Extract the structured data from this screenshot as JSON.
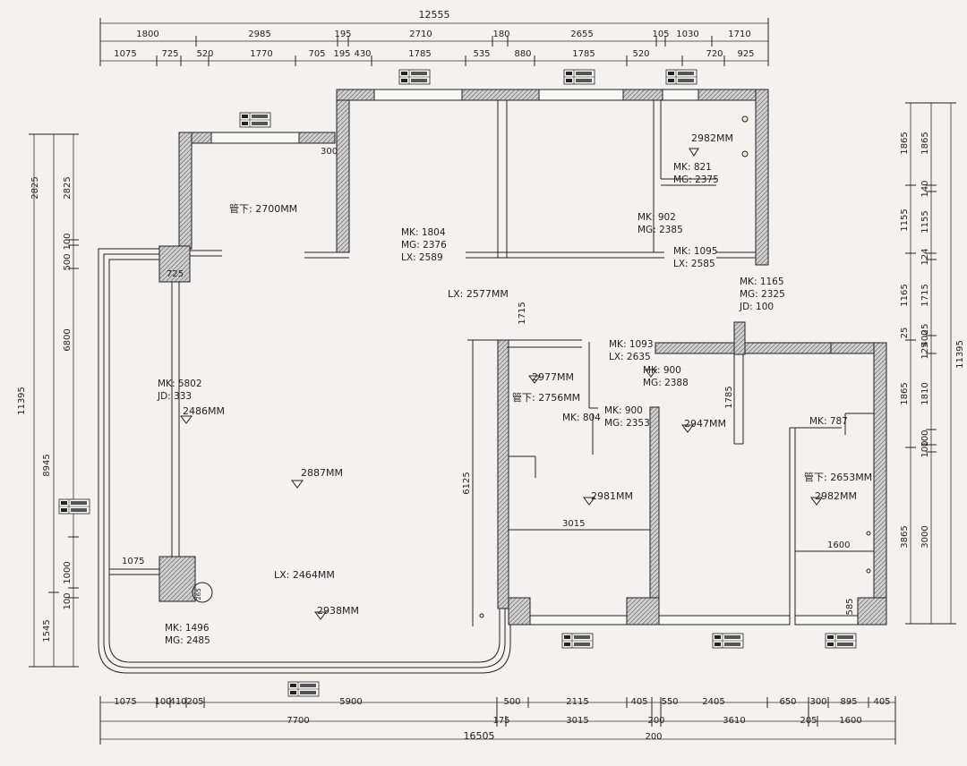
{
  "dims": {
    "top_total": "12555",
    "top_row1": [
      "1800",
      "2985",
      "195",
      "2710",
      "180",
      "2655",
      "105",
      "1030",
      "1710"
    ],
    "top_row2": [
      "1075",
      "725",
      "520",
      "1770",
      "705",
      "195",
      "430",
      "1785",
      "535",
      "880",
      "1785",
      "520",
      "720",
      "925"
    ],
    "bottom_row1": [
      "1075",
      "100",
      "410",
      "205",
      "5900",
      "500",
      "2115",
      "405",
      "550",
      "2405",
      "650",
      "300",
      "895",
      "405"
    ],
    "bottom_row2": [
      "7700",
      "175",
      "3015",
      "200",
      "3610",
      "205",
      "1600"
    ],
    "bottom_total": "16505",
    "bottom_extra": "200",
    "left_total": "11395",
    "left_row1": [
      "8945",
      "1545"
    ],
    "left_row2": [
      "2825",
      "100",
      "500",
      "6800",
      "1000",
      "100"
    ],
    "left_row2_top": "2825",
    "right_total": "11395",
    "right_row1": [
      "1865",
      "1155",
      "1165",
      "1865",
      "3865"
    ],
    "right_row2": [
      "1865",
      "140",
      "1155",
      "124",
      "1715",
      "400",
      "125",
      "1810",
      "100",
      "100",
      "3000"
    ],
    "right_extra": [
      "25",
      "25"
    ]
  },
  "notes": {
    "n_2700": "管下: 2700MM",
    "n_300": "300",
    "n_mk1804": "MK: 1804",
    "n_mg2376": "MG: 2376",
    "n_lx2589": "LX: 2589",
    "n_2982a": "2982MM",
    "n_mk821": "MK: 821",
    "n_mg2375": "MG: 2375",
    "n_mk902": "MK: 902",
    "n_mg2385": "MG: 2385",
    "n_mk1095": "MK: 1095",
    "n_lx2585": "LX: 2585",
    "n_mk1165": "MK: 1165",
    "n_mg2325": "MG: 2325",
    "n_jd100": "JD: 100",
    "n_lx2577": "LX: 2577MM",
    "n_1715": "1715",
    "n_725": "725",
    "n_mk5802": "MK: 5802",
    "n_jd333": "JD: 333",
    "n_2486": "2486MM",
    "n_2887": "2887MM",
    "n_mk1093": "MK: 1093",
    "n_lx2635": "LX: 2635",
    "n_mk900a": "MK: 900",
    "n_mg2388": "MG: 2388",
    "n_2977": "2977MM",
    "n_2756": "管下: 2756MM",
    "n_mk804": "MK: 804",
    "n_mk900b": "MK: 900",
    "n_mg2353": "MG: 2353",
    "n_1785": "1785",
    "n_2947": "2947MM",
    "n_mk787": "MK: 787",
    "n_2653": "管下: 2653MM",
    "n_2982b": "2982MM",
    "n_6125": "6125",
    "n_2981": "2981MM",
    "n_3015": "3015",
    "n_1600": "1600",
    "n_1075": "1075",
    "n_lx2464": "LX: 2464MM",
    "n_2938": "2938MM",
    "n_mk1496": "MK: 1496",
    "n_mg2485": "MG: 2485",
    "n_585": "585",
    "n_265": "265"
  }
}
